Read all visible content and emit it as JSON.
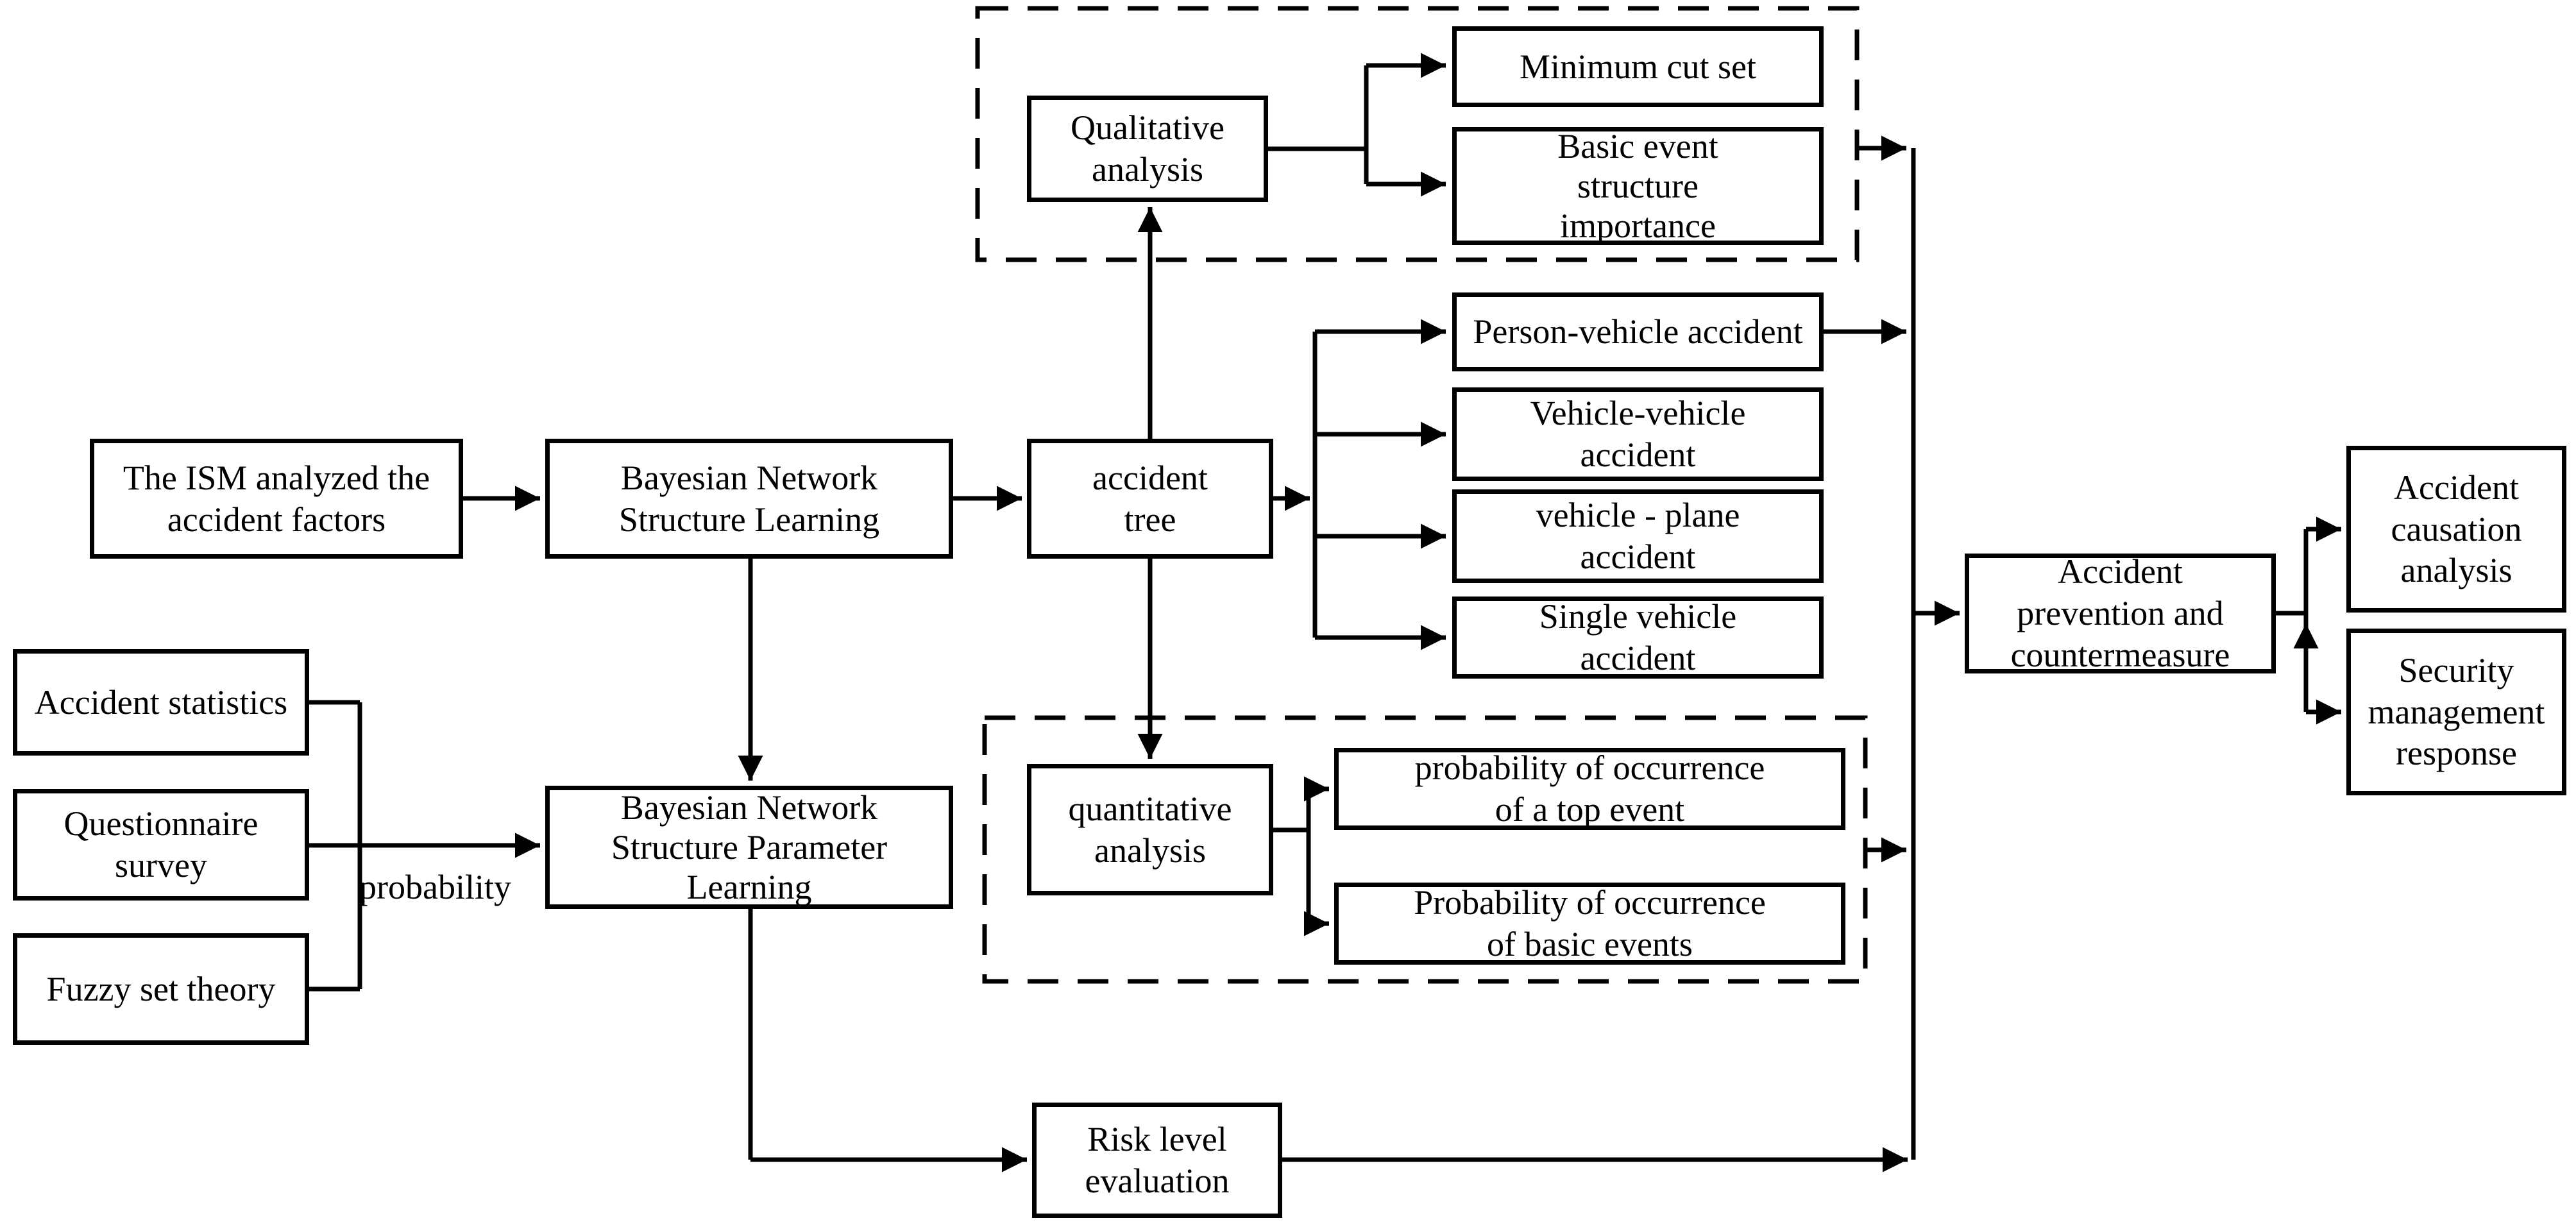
{
  "figure": {
    "type": "flowchart",
    "background_color": "#ffffff",
    "line_color": "#000000",
    "nodes": {
      "ism": "The ISM analyzed the\naccident factors",
      "bayesian_structure_learning": "Bayesian Network\nStructure Learning",
      "accident_tree": "accident\ntree",
      "qualitative_analysis": "Qualitative\nanalysis",
      "minimum_cut_set": "Minimum cut set",
      "basic_event_structure_importance": "Basic event\nstructure\nimportance",
      "person_vehicle_accident": "Person-vehicle accident",
      "vehicle_vehicle_accident": "Vehicle-vehicle\naccident",
      "vehicle_plane_accident": "vehicle - plane\naccident",
      "single_vehicle_accident": "Single vehicle\naccident",
      "accident_statistics": "Accident statistics",
      "questionnaire_survey": "Questionnaire\nsurvey",
      "fuzzy_set_theory": "Fuzzy set theory",
      "bayesian_parameter_learning": "Bayesian Network\nStructure Parameter\nLearning",
      "quantitative_analysis": "quantitative\nanalysis",
      "probability_top_event": "probability of occurrence\nof a top event",
      "probability_basic_events": "Probability of occurrence\nof basic events",
      "accident_prevention": "Accident\nprevention and\ncountermeasure",
      "accident_causation_analysis": "Accident\ncausation\nanalysis",
      "security_management_response": "Security\nmanagement\nresponse",
      "risk_level_evaluation": "Risk level\nevaluation"
    },
    "edge_labels": {
      "probability": "probability"
    }
  }
}
